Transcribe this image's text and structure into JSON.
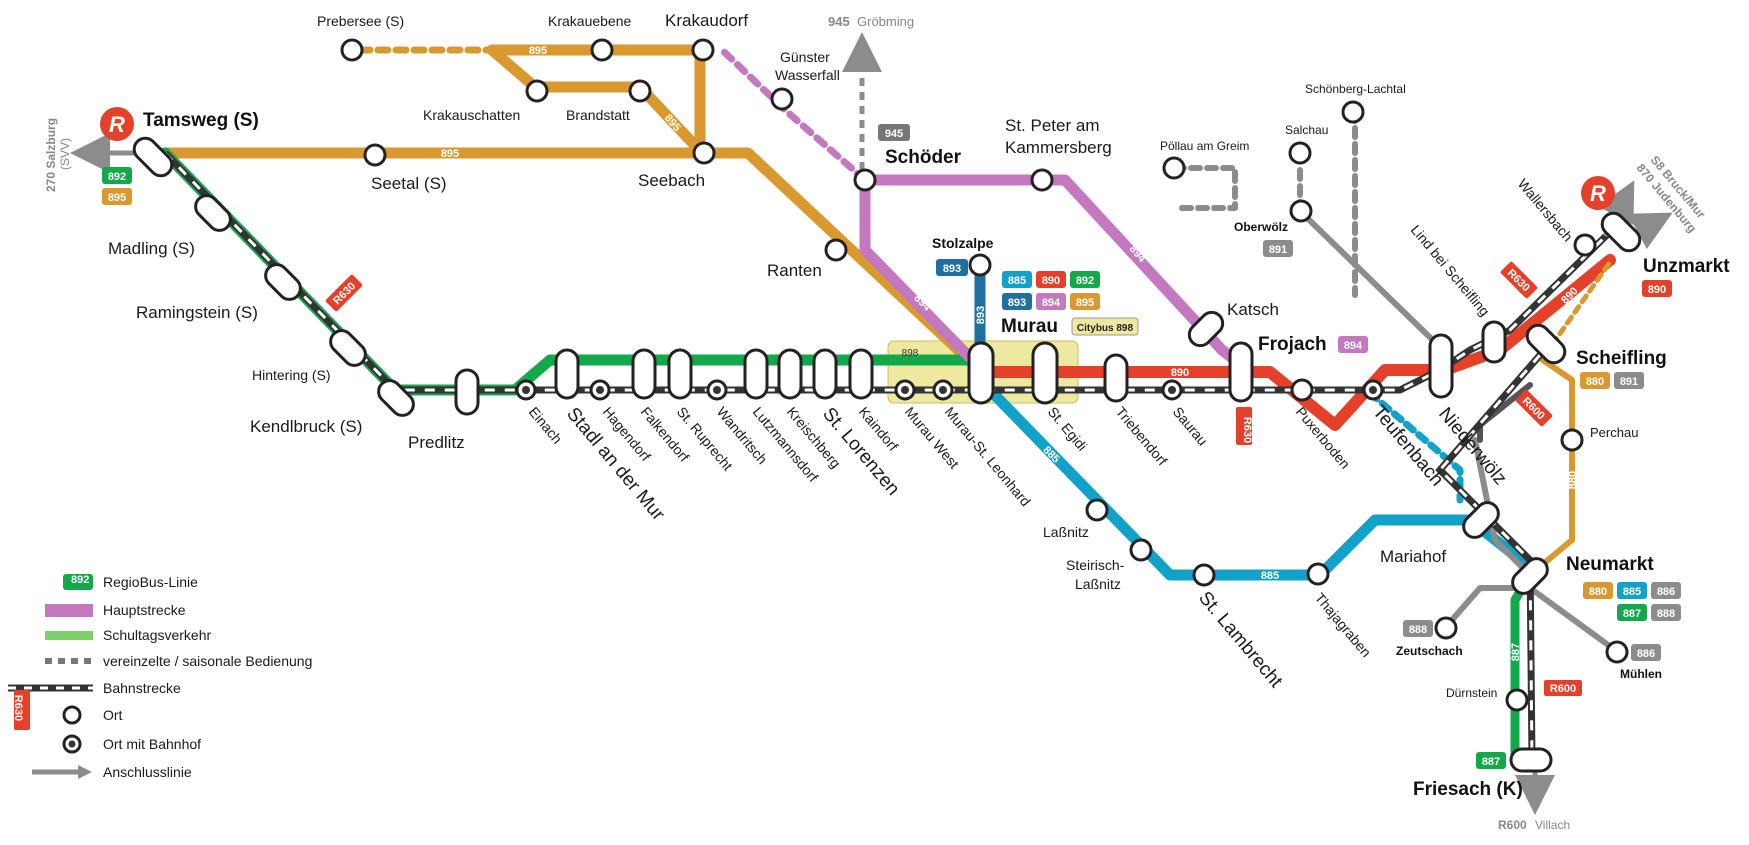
{
  "colors": {
    "orange": "#d9992e",
    "green": "#13a84a",
    "purple": "#c478bf",
    "red": "#e5412a",
    "blue": "#12a2c9",
    "darkblue": "#1f6fa0",
    "gray": "#8c8c8c",
    "darkgray": "#555555",
    "rail": "#333333",
    "railred": "#e5412a"
  },
  "places": {
    "tamsweg": "Tamsweg (S)",
    "madling": "Madling (S)",
    "ramingstein": "Ramingstein (S)",
    "hintering": "Hintering (S)",
    "kendlbruck": "Kendlbruck (S)",
    "predlitz": "Predlitz",
    "einach": "Einach",
    "stadl": "Stadl an der Mur",
    "hagendorf": "Hagendorf",
    "falkendorf": "Falkendorf",
    "st_ruprecht": "St. Ruprecht",
    "wandritsch": "Wandritsch",
    "lutzmannsdorf": "Lutzmannsdorf",
    "kreischberg": "Kreischberg",
    "st_lorenzen": "St. Lorenzen",
    "kaindorf": "Kaindorf",
    "murau_west": "Murau West",
    "murau_st_leonhard": "Murau-St. Leonhard",
    "st_egidi": "St. Egidi",
    "triebendorf": "Triebendorf",
    "saurau": "Saurau",
    "puxerboden": "Puxerboden",
    "teufenbach": "Teufenbach",
    "niederwoelz": "Niederwölz",
    "murau": "Murau",
    "stolzalpe": "Stolzalpe",
    "schoeder": "Schöder",
    "st_peter_1": "St. Peter am",
    "st_peter_2": "Kammersberg",
    "katsch": "Katsch",
    "frojach": "Frojach",
    "seetal": "Seetal (S)",
    "seebach": "Seebach",
    "ranten": "Ranten",
    "prebersee": "Prebersee (S)",
    "krakauebene": "Krakauebene",
    "krakaudorf": "Krakaudorf",
    "krakauschatten": "Krakauschatten",
    "brandstatt": "Brandstatt",
    "guenster_1": "Günster",
    "guenster_2": "Wasserfall",
    "poellau": "Pöllau am Greim",
    "salchau": "Salchau",
    "schoenberg": "Schönberg-Lachtal",
    "oberwoelz": "Oberwölz",
    "lind": "Lind bei Scheifling",
    "wallersbach": "Wallersbach",
    "unzmarkt": "Unzmarkt",
    "scheifling": "Scheifling",
    "perchau": "Perchau",
    "neumarkt": "Neumarkt",
    "mariahof": "Mariahof",
    "zeutschach": "Zeutschach",
    "muehlen": "Mühlen",
    "duernstein": "Dürnstein",
    "friesach": "Friesach (K)",
    "lassnitz": "Laßnitz",
    "steirisch_1": "Steirisch-",
    "steirisch_2": "Laßnitz",
    "st_lambrecht": "St. Lambrecht",
    "thajagraben": "Thajagraben"
  },
  "connections": {
    "salzburg_1": "270 Salzburg",
    "salzburg_2": "(SVV)",
    "groebming_num": "945",
    "groebming_name": "Gröbming",
    "bruck_1": "S8 Bruck/Mur",
    "bruck_2": "870 Judenburg",
    "villach_num": "R600",
    "villach_name": "Villach"
  },
  "badges": {
    "tamsweg": [
      "892",
      "895"
    ],
    "schoeder": [
      "945"
    ],
    "stolzalpe": [
      "893"
    ],
    "murau_row1": [
      "885",
      "890",
      "892"
    ],
    "murau_row2": [
      "893",
      "894",
      "895"
    ],
    "citybus": "Citybus 898",
    "frojach": [
      "894"
    ],
    "oberwoelz": [
      "891"
    ],
    "unzmarkt": [
      "890"
    ],
    "scheifling": [
      "880",
      "891"
    ],
    "neumarkt_row1": [
      "880",
      "885",
      "886"
    ],
    "neumarkt_row2": [
      "887",
      "888"
    ],
    "zeutschach": [
      "888"
    ],
    "muehlen": [
      "886"
    ],
    "friesach": [
      "887"
    ]
  },
  "line_labels": {
    "l895": "895",
    "l892": "892",
    "l894": "894",
    "l893": "893",
    "l890": "890",
    "l891": "891",
    "l885": "885",
    "l880": "880",
    "l887": "887",
    "l898": "898",
    "r630": "R630",
    "r600": "R600"
  },
  "legend": {
    "regiobus_badge": "892",
    "regiobus": "RegioBus-Linie",
    "hauptstrecke": "Hauptstrecke",
    "schultag": "Schultagsverkehr",
    "saisonal": "vereinzelte / saisonale Bedienung",
    "bahn_badge": "R630",
    "bahn": "Bahnstrecke",
    "ort": "Ort",
    "ort_bahnhof": "Ort mit Bahnhof",
    "anschluss": "Anschlusslinie"
  }
}
